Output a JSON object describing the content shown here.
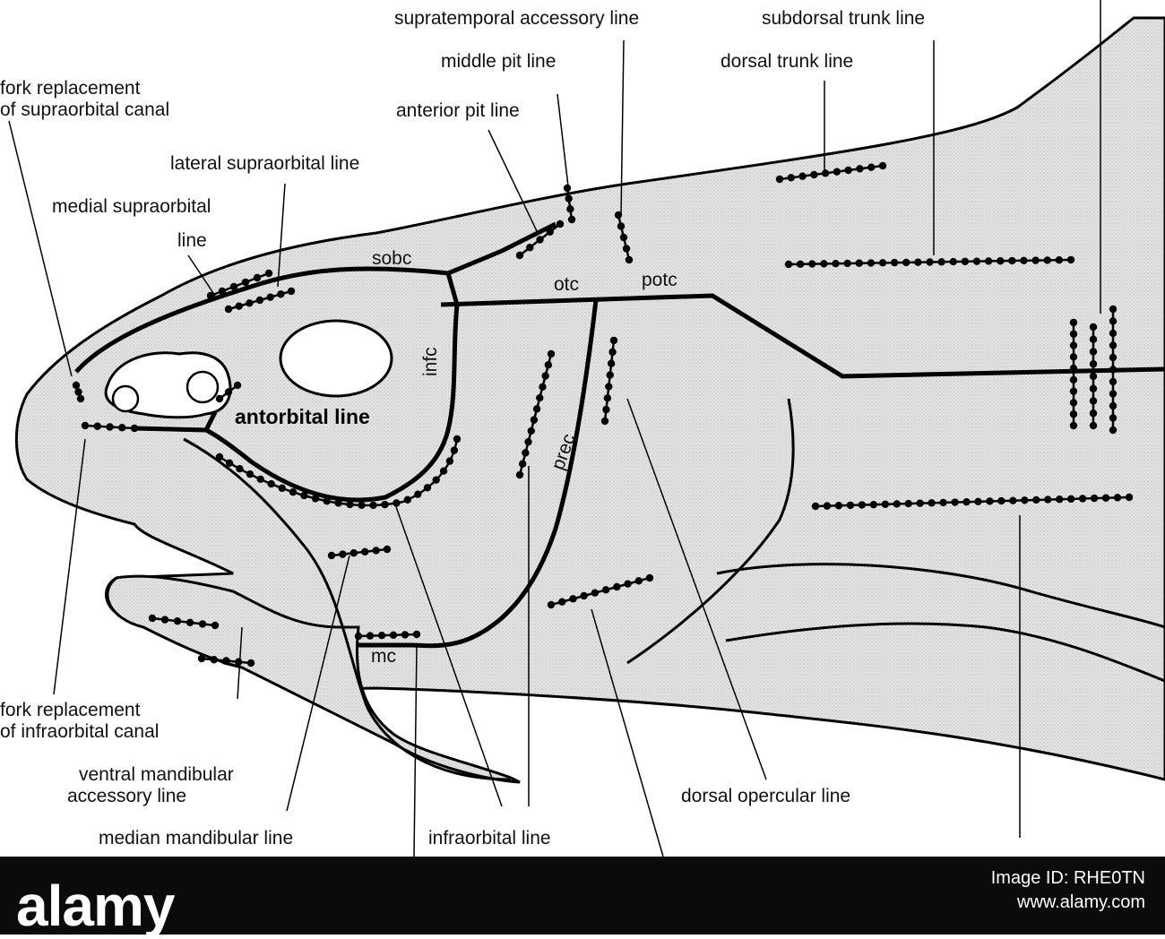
{
  "labels": {
    "supratemporal_accessory": "supratemporal accessory  line",
    "subdorsal_trunk": "subdorsal trunk line",
    "middle_pit": "middle pit line",
    "dorsal_trunk": "dorsal trunk line",
    "fork_supraorbital_1": "fork replacement",
    "fork_supraorbital_2": "of supraorbital canal",
    "anterior_pit": "anterior pit line",
    "lateral_supraorbital": "lateral supraorbital line",
    "medial_supraorbital_1": "medial supraorbital",
    "medial_supraorbital_2": "line",
    "antorbital": "antorbital line",
    "fork_infraorbital_1": "fork replacement",
    "fork_infraorbital_2": "of infraorbital canal",
    "ventral_mandibular_1": "ventral mandibular",
    "ventral_mandibular_2": "accessory line",
    "median_mandibular": "median mandibular line",
    "infraorbital": "infraorbital line",
    "dorsal_opercular": "dorsal opercular line"
  },
  "canal_abbreviations": {
    "sobc": "sobc",
    "otc": "otc",
    "potc": "potc",
    "infc": "infc",
    "prec": "prec",
    "mc": "mc"
  },
  "colors": {
    "body_fill": "#dcdcdc",
    "line": "#000000",
    "watermark_bar": "#0b0b0b"
  },
  "watermark": {
    "brand": "alamy",
    "image_id_label": "Image ID: RHE0TN",
    "url": "www.alamy.com"
  }
}
